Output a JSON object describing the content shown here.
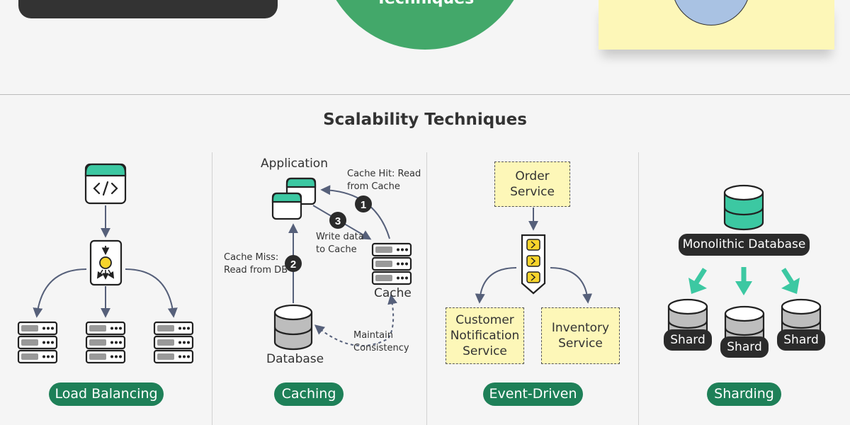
{
  "top": {
    "circle_text": "Techniques"
  },
  "title": "Scalability Techniques",
  "sections": {
    "load_balancing": {
      "label": "Load Balancing"
    },
    "caching": {
      "label": "Caching",
      "application": "Application",
      "cache": "Cache",
      "database": "Database",
      "step1_num": "1",
      "step2_num": "2",
      "step3_num": "3",
      "cache_hit_line1": "Cache Hit: Read",
      "cache_hit_line2": "from Cache",
      "write_line1": "Write data",
      "write_line2": "to Cache",
      "miss_line1": "Cache Miss:",
      "miss_line2": "Read from DB",
      "maintain_line1": "Maintain",
      "maintain_line2": "Consistency"
    },
    "event_driven": {
      "label": "Event-Driven",
      "order_line1": "Order",
      "order_line2": "Service",
      "customer_line1": "Customer",
      "customer_line2": "Notification",
      "customer_line3": "Service",
      "inventory_line1": "Inventory",
      "inventory_line2": "Service"
    },
    "sharding": {
      "label": "Sharding",
      "monolithic": "Monolithic Database",
      "shard1": "Shard",
      "shard2": "Shard",
      "shard3": "Shard"
    }
  },
  "colors": {
    "teal": "#3cc8a2",
    "green_pill": "#1e8058",
    "yellow": "#fdf7b8",
    "slate": "#56607a",
    "circle_green": "#43a86a"
  }
}
